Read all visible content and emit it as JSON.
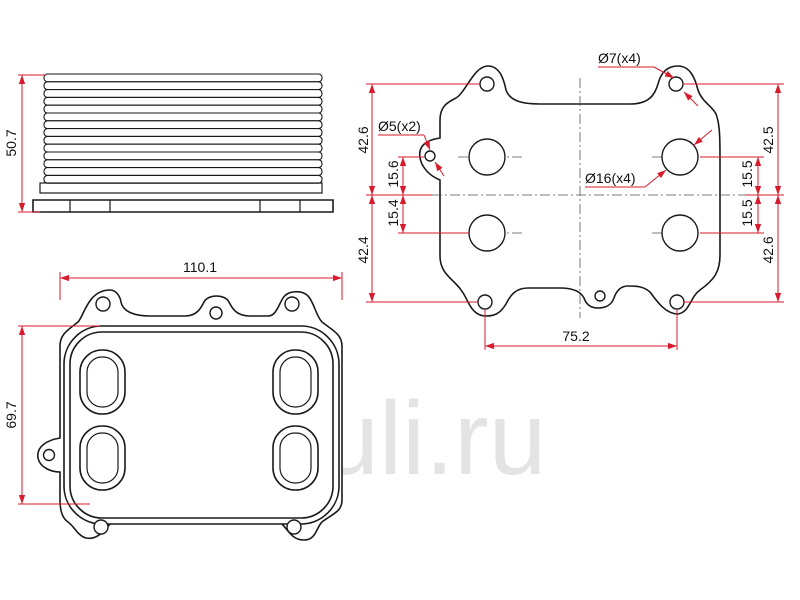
{
  "dimensions": {
    "side_height": "50.7",
    "width": "110.1",
    "height": "69.7",
    "upper_left": "42.6",
    "lower_left": "42.4",
    "spacing_left_upper": "15.6",
    "spacing_left_lower": "15.4",
    "upper_right": "42.5",
    "lower_right": "42.6",
    "spacing_right_upper": "15.5",
    "spacing_right_lower": "15.5",
    "hole_spacing": "75.2"
  },
  "callouts": {
    "bolt_holes": "Ø7(x4)",
    "pin_holes": "Ø5(x2)",
    "ports": "Ø16(x4)"
  },
  "watermark": {
    "brand": "Ruli.ru"
  },
  "colors": {
    "dimension_lines": "#d81b2c",
    "outline": "#1a1a1a",
    "watermark": "#e4e4e4"
  }
}
